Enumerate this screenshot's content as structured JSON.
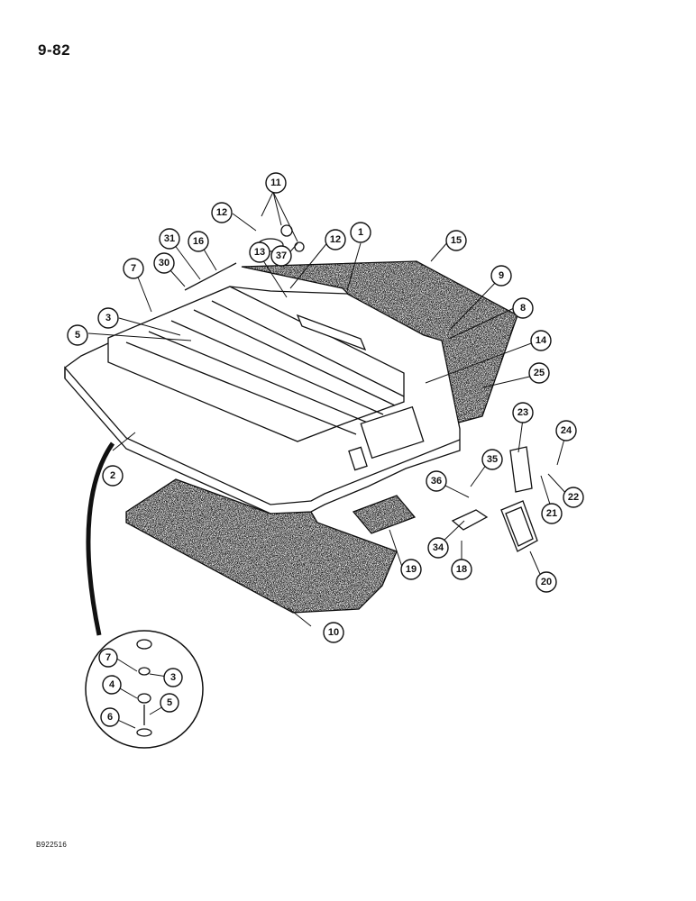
{
  "page": {
    "page_number": "9-82",
    "figure_code": "B922516"
  },
  "callouts": [
    "1",
    "2",
    "3",
    "5",
    "7",
    "8",
    "9",
    "10",
    "11",
    "12",
    "12",
    "13",
    "14",
    "15",
    "16",
    "18",
    "19",
    "20",
    "21",
    "22",
    "23",
    "24",
    "25",
    "30",
    "31",
    "34",
    "35",
    "36",
    "37"
  ],
  "detail_callouts": [
    "7",
    "3",
    "4",
    "5",
    "6"
  ],
  "colors": {
    "ink": "#111111",
    "paper": "#ffffff",
    "carpet": "#8a8a8a"
  }
}
